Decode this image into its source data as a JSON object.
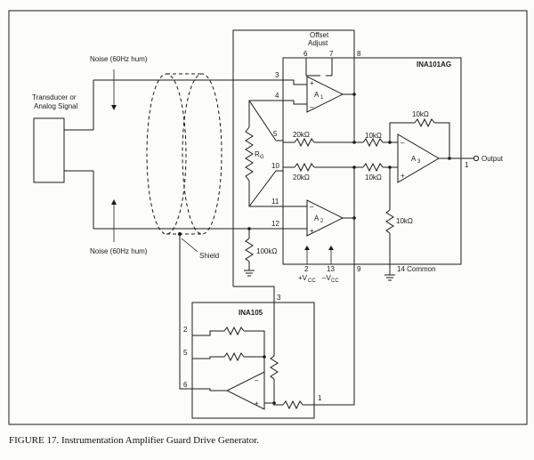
{
  "caption": "FIGURE 17. Instrumentation Amplifier Guard Drive Generator.",
  "labels": {
    "offset_line1": "Offset",
    "offset_line2": "Adjust",
    "main_chip": "INA101AG",
    "guard_chip": "INA105",
    "transducer_line1": "Transducer or",
    "transducer_line2": "Analog Signal",
    "noise_top": "Noise (60Hz hum)",
    "noise_bottom": "Noise (60Hz hum)",
    "shield": "Shield",
    "output": "Output",
    "common": "14 Common",
    "vcc_plus": "+V",
    "vcc_minus": "–V",
    "cc_sub": "CC",
    "amp_a1": "A",
    "amp_a2": "A",
    "amp_a3": "A",
    "sub_1": "1",
    "sub_2": "2",
    "sub_3": "3",
    "rg": "R",
    "rg_sub": "G",
    "r_20k_top": "20kΩ",
    "r_20k_bot": "20kΩ",
    "r_10k_top": "10kΩ",
    "r_10k_mid": "10kΩ",
    "r_10k_fb": "10kΩ",
    "r_10k_gnd": "10kΩ",
    "r_100k": "100kΩ",
    "plus": "+",
    "minus": "–"
  },
  "pins": {
    "p3": "3",
    "p4": "4",
    "p5": "5",
    "p6": "6",
    "p7": "7",
    "p8": "8",
    "p9": "9",
    "p10": "10",
    "p11": "11",
    "p12": "12",
    "p1": "1",
    "p2": "2",
    "p13": "13",
    "g2": "2",
    "g5": "5",
    "g6": "6",
    "g3": "3",
    "g1": "1"
  }
}
